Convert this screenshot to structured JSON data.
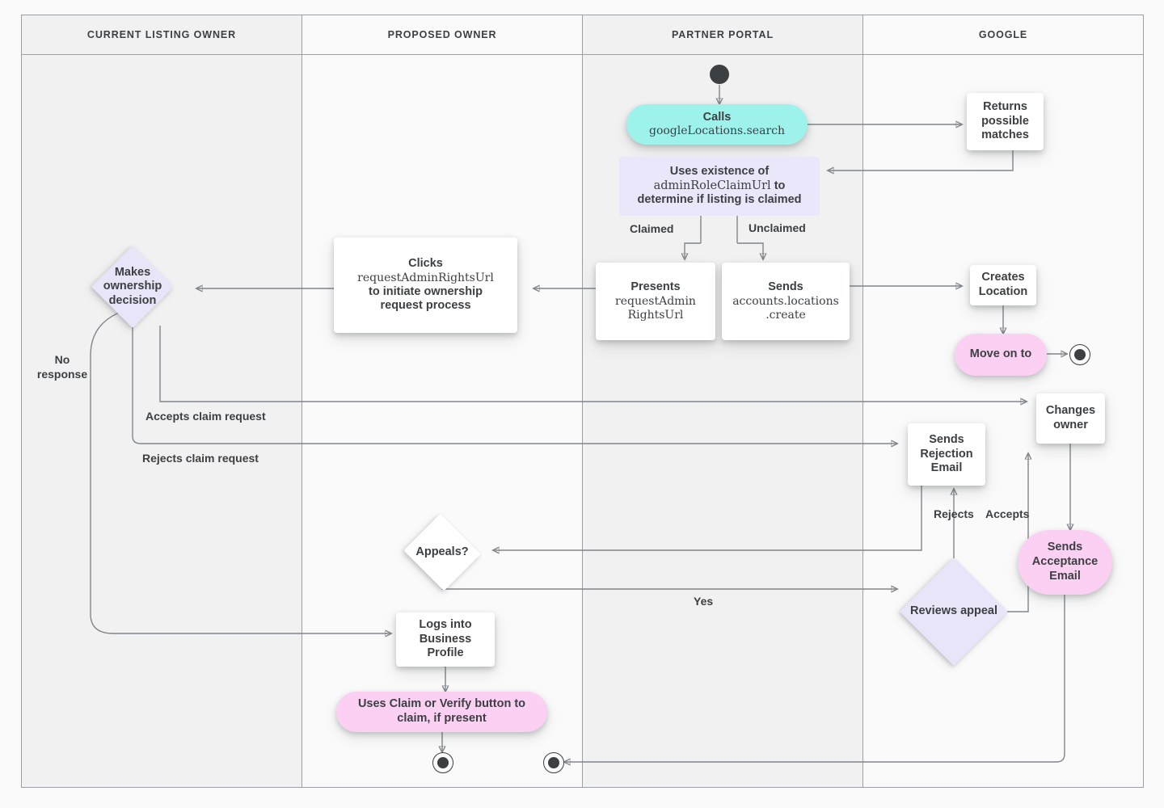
{
  "diagram": {
    "title": "Google Business Profile listing ownership transfer flow",
    "colors": {
      "canvas": "#fafafa",
      "lane_shade": "#f1f1f1",
      "lane_light": "#fafafa",
      "lane_border": "#9aa0a6",
      "connector": "#80868b",
      "text": "#3c4043",
      "cyan": "#9df2ec",
      "pink": "#fbd0f3",
      "lavender": "#e9e5f9",
      "lavender_rect": "#ebe7fb",
      "white": "#ffffff",
      "terminal": "#3c4043"
    }
  },
  "lanes": [
    {
      "id": "current-listing-owner",
      "label": "CURRENT LISTING OWNER"
    },
    {
      "id": "proposed-owner",
      "label": "PROPOSED OWNER"
    },
    {
      "id": "partner-portal",
      "label": "PARTNER PORTAL"
    },
    {
      "id": "google",
      "label": "GOOGLE"
    }
  ],
  "nodes": {
    "start": {
      "label": ""
    },
    "calls_search": {
      "line1": "Calls",
      "line2": "googleLocations.search"
    },
    "returns_matches": {
      "label": "Returns possible matches"
    },
    "uses_existence": {
      "line1": "Uses existence of",
      "line2_code": "adminRoleClaimUrl",
      "line2_tail": " to",
      "line3": "determine if listing is claimed"
    },
    "presents_url": {
      "line1": "Presents",
      "line2": "requestAdmin",
      "line3": "RightsUrl"
    },
    "sends_create": {
      "line1": "Sends",
      "line2": "accounts.locations",
      "line3": ".create"
    },
    "creates_location": {
      "label": "Creates Location"
    },
    "move_on_to": {
      "label": "Move on to"
    },
    "clicks_url": {
      "line1": "Clicks",
      "line2_code": "requestAdminRightsUrl",
      "line3": "to initiate ownership",
      "line4": "request process"
    },
    "makes_decision": {
      "label": "Makes ownership decision"
    },
    "changes_owner": {
      "label": "Changes owner"
    },
    "sends_rejection": {
      "label": "Sends Rejection Email"
    },
    "sends_acceptance": {
      "label": "Sends Acceptance Email"
    },
    "appeals": {
      "label": "Appeals?"
    },
    "reviews_appeal": {
      "label": "Reviews appeal"
    },
    "logs_in": {
      "label": "Logs into Business Profile"
    },
    "uses_claim_button": {
      "label": "Uses Claim or Verify button to claim, if present"
    },
    "end_left": {
      "label": ""
    },
    "end_mid": {
      "label": ""
    },
    "end_right": {
      "label": ""
    }
  },
  "edge_labels": {
    "claimed": "Claimed",
    "unclaimed": "Unclaimed",
    "no_response": "No\nresponse",
    "accepts_claim": "Accepts claim request",
    "rejects_claim": "Rejects claim request",
    "rejects": "Rejects",
    "accepts": "Accepts",
    "yes": "Yes"
  }
}
